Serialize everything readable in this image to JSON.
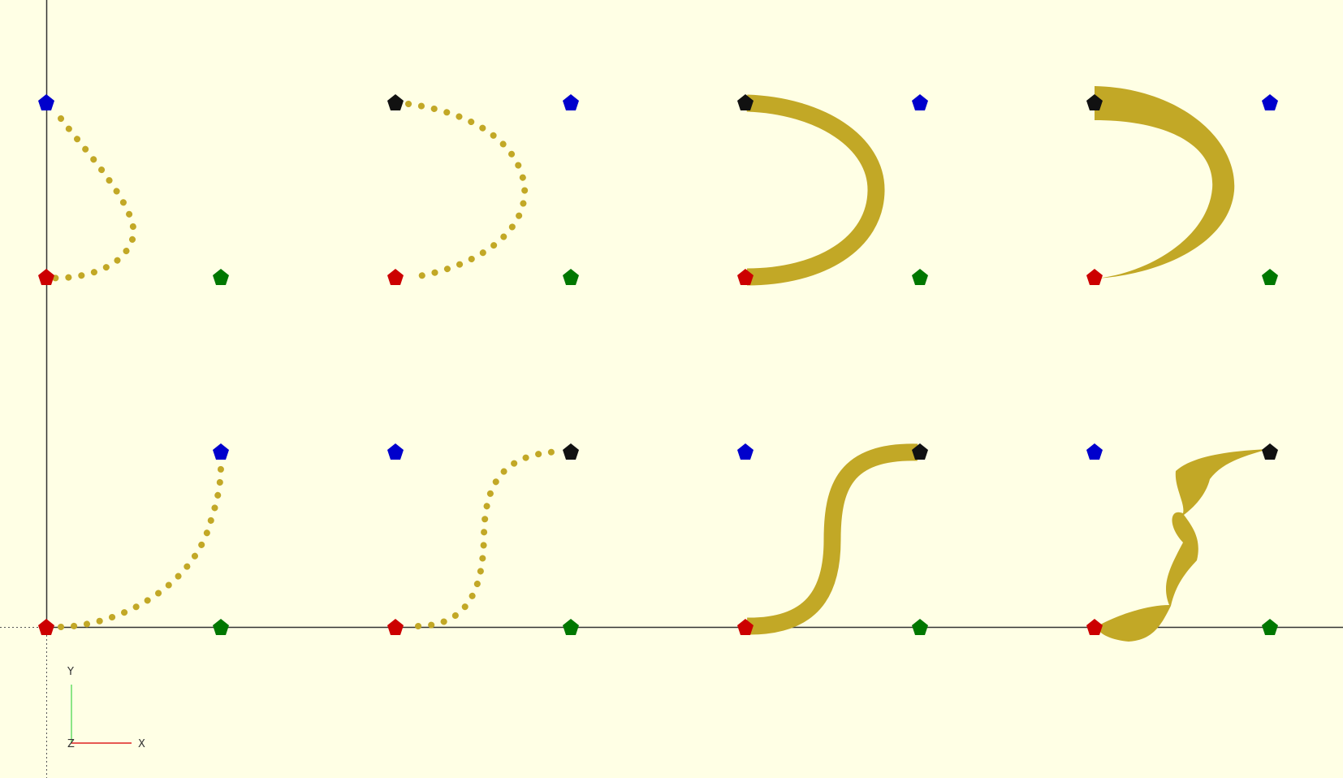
{
  "app": {
    "window_title": ""
  },
  "viewport": {
    "background": "#ffffe5",
    "axis_color": "#333333",
    "curve_color": "#c2a826",
    "marker_colors": {
      "start": "#cc0000",
      "control_blue": "#0000cc",
      "control_green": "#007700",
      "end": "#000000"
    },
    "axes_gizmo": {
      "x_label": "X",
      "y_label": "Y",
      "z_label": "Z",
      "x_color": "#dd2222",
      "y_color": "#66dd66"
    },
    "panels": [
      {
        "row": "top",
        "style": "dotted-curve",
        "end_marker": "none"
      },
      {
        "row": "top",
        "style": "dotted-curve",
        "end_marker": "black"
      },
      {
        "row": "top",
        "style": "thick-band",
        "end_marker": "black"
      },
      {
        "row": "top",
        "style": "tapered-band",
        "end_marker": "black"
      },
      {
        "row": "bottom",
        "style": "dotted-curve",
        "end_marker": "none"
      },
      {
        "row": "bottom",
        "style": "dotted-curve",
        "end_marker": "black"
      },
      {
        "row": "bottom",
        "style": "thick-band",
        "end_marker": "black"
      },
      {
        "row": "bottom",
        "style": "twisted-ribbon",
        "end_marker": "black"
      }
    ]
  }
}
